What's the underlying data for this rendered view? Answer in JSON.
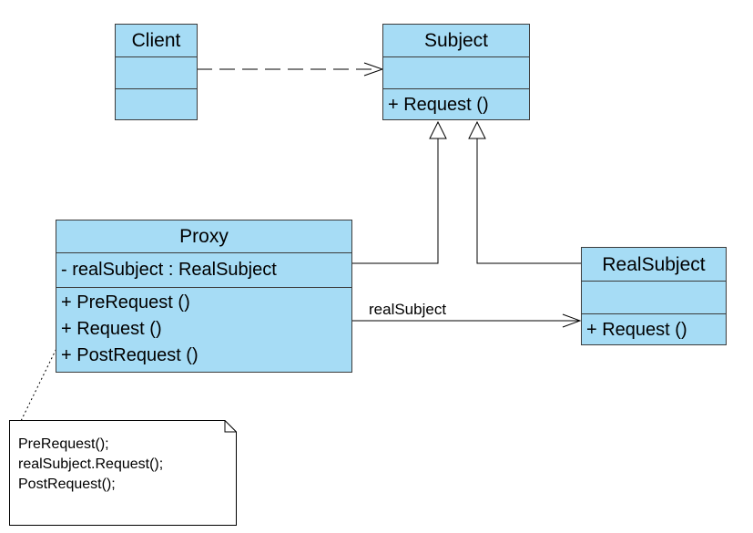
{
  "classes": {
    "client": {
      "name": "Client"
    },
    "subject": {
      "name": "Subject",
      "operations": [
        "+ Request ()"
      ]
    },
    "proxy": {
      "name": "Proxy",
      "attributes": [
        "- realSubject : RealSubject"
      ],
      "operations": [
        "+ PreRequest ()",
        "+ Request ()",
        "+ PostRequest ()"
      ]
    },
    "real_subject": {
      "name": "RealSubject",
      "operations": [
        "+ Request ()"
      ]
    }
  },
  "associations": {
    "proxy_to_real_subject_label": "realSubject"
  },
  "note": {
    "lines": [
      "PreRequest();",
      "realSubject.Request();",
      "PostRequest();"
    ]
  },
  "colors": {
    "class_fill": "#a6dcf5",
    "border": "#3b3b3b",
    "line": "#000000"
  }
}
